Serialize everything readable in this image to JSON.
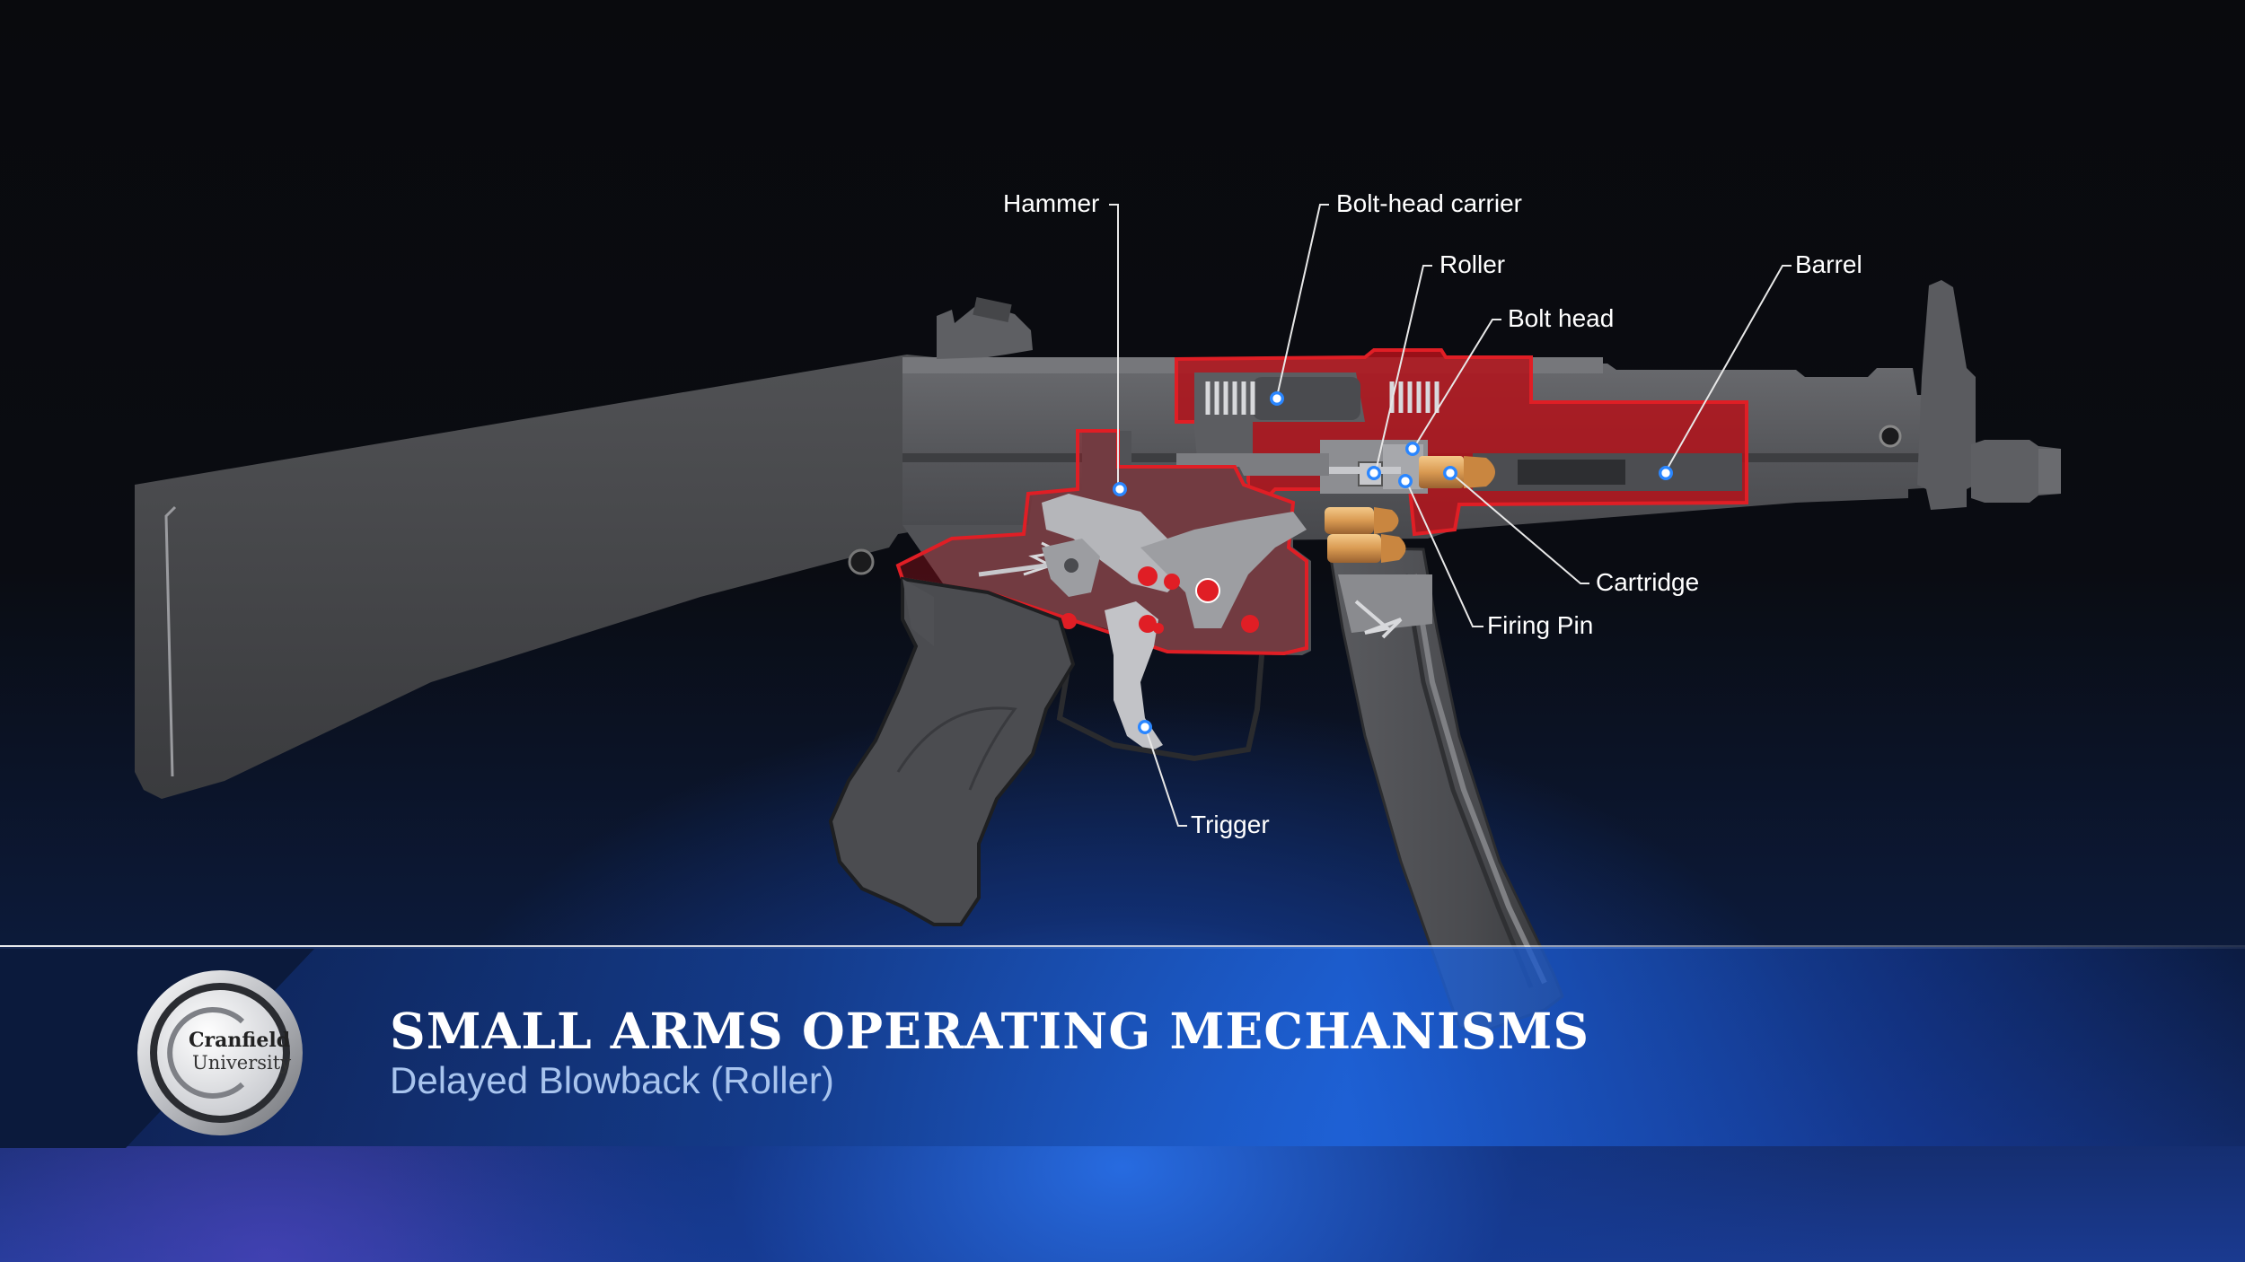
{
  "labels": {
    "hammer": "Hammer",
    "bolt_head_carrier": "Bolt-head carrier",
    "roller": "Roller",
    "bolt_head": "Bolt head",
    "barrel": "Barrel",
    "cartridge": "Cartridge",
    "firing_pin": "Firing Pin",
    "trigger": "Trigger"
  },
  "banner": {
    "title": "SMALL ARMS OPERATING MECHANISMS",
    "subtitle": "Delayed Blowback (Roller)"
  },
  "logo": {
    "line1": "Cranfield",
    "line2": "University"
  },
  "colors": {
    "metal_dark": "#4a4b4e",
    "metal_mid": "#6b6c70",
    "metal_light": "#a7a8ac",
    "cutaway_red": "#b3121a",
    "highlight_red": "#e01e25",
    "brass": "#d9a05a",
    "marker": "#2a86ff",
    "accent_blue": "#1e5bd6"
  }
}
